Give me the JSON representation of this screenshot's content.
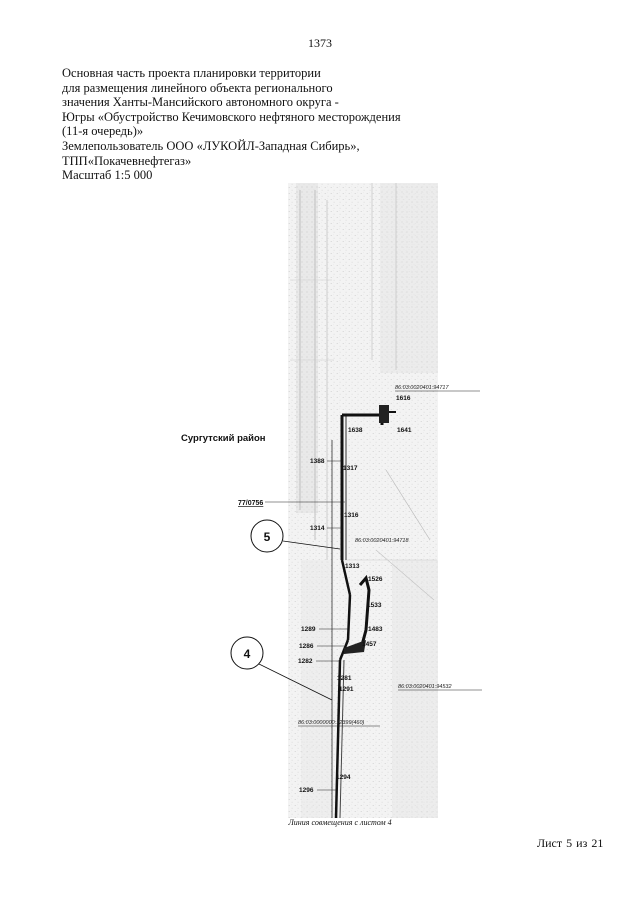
{
  "page_number": "1373",
  "heading": {
    "lines": [
      "Основная часть проекта планировки территории",
      "для размещения линейного объекта регионального",
      "значения Ханты-Мансийского автономного округа -",
      "Югры «Обустройство Кечимовского нефтяного месторождения",
      "(11-я очередь)»",
      "Землепользователь ООО «ЛУКОЙЛ-Западная Сибирь»,",
      "ТПП«Покачевнефтегаз»",
      "Масштаб 1:5 000"
    ]
  },
  "map": {
    "region_label": "Сургутский район",
    "cadastral_labels": [
      "86:03:0020401:94717",
      "77/0756",
      "86:03:0020401:94718",
      "86:03:0020401:94532",
      "86:03:0000000:12399(460)"
    ],
    "point_labels": {
      "p1616": "1616",
      "p1641": "1641",
      "p1638": "1638",
      "p1388": "1388",
      "p1317": "1317",
      "p1316": "1316",
      "p1314": "1314",
      "p1313": "1313",
      "p1526": "1526",
      "p1533": "1533",
      "p1483": "1483",
      "p1289": "1289",
      "p1286": "1286",
      "p1457": "1457",
      "p1282": "1282",
      "p1281": "1281",
      "p1291": "1291",
      "p1294": "1294",
      "p1296": "1296"
    },
    "callouts": [
      "5",
      "4"
    ],
    "seam_line": "Линия совмещения с листом 4"
  },
  "footer": {
    "sheet_prefix": "Лист",
    "sheet_number": "5",
    "sheet_sep": "из",
    "sheet_total": "21"
  }
}
